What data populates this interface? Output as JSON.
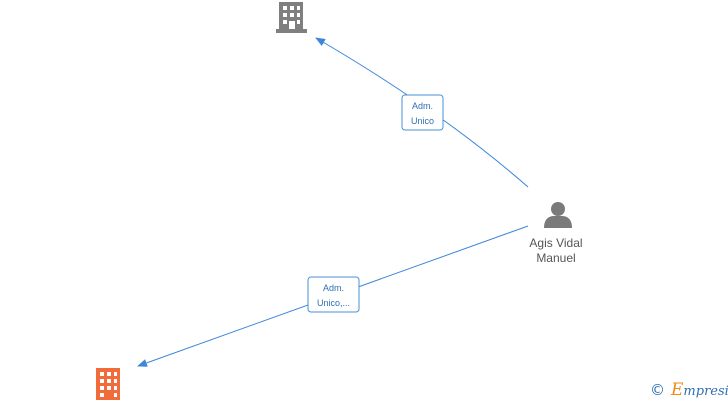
{
  "colors": {
    "edge": "#3d86d8",
    "company_inactive": "#7f7f7f",
    "company_highlight": "#f26b3a",
    "person": "#7a7a7a",
    "watermark_blue": "#2f6fb5",
    "watermark_orange": "#f08a1c"
  },
  "nodes": {
    "company_top": {
      "icon": "building-icon",
      "label": ""
    },
    "company_bottom": {
      "icon": "building-icon",
      "label": ""
    },
    "person": {
      "icon": "person-icon",
      "name_line1": "Agis Vidal",
      "name_line2": "Manuel"
    }
  },
  "edges": [
    {
      "from": "person",
      "to": "company_top",
      "label_line1": "Adm.",
      "label_line2": "Unico"
    },
    {
      "from": "person",
      "to": "company_bottom",
      "label_line1": "Adm.",
      "label_line2": "Unico,..."
    }
  ],
  "watermark": {
    "copyright_symbol": "©",
    "brand_first_letter": "E",
    "brand_rest": "mpresia"
  }
}
